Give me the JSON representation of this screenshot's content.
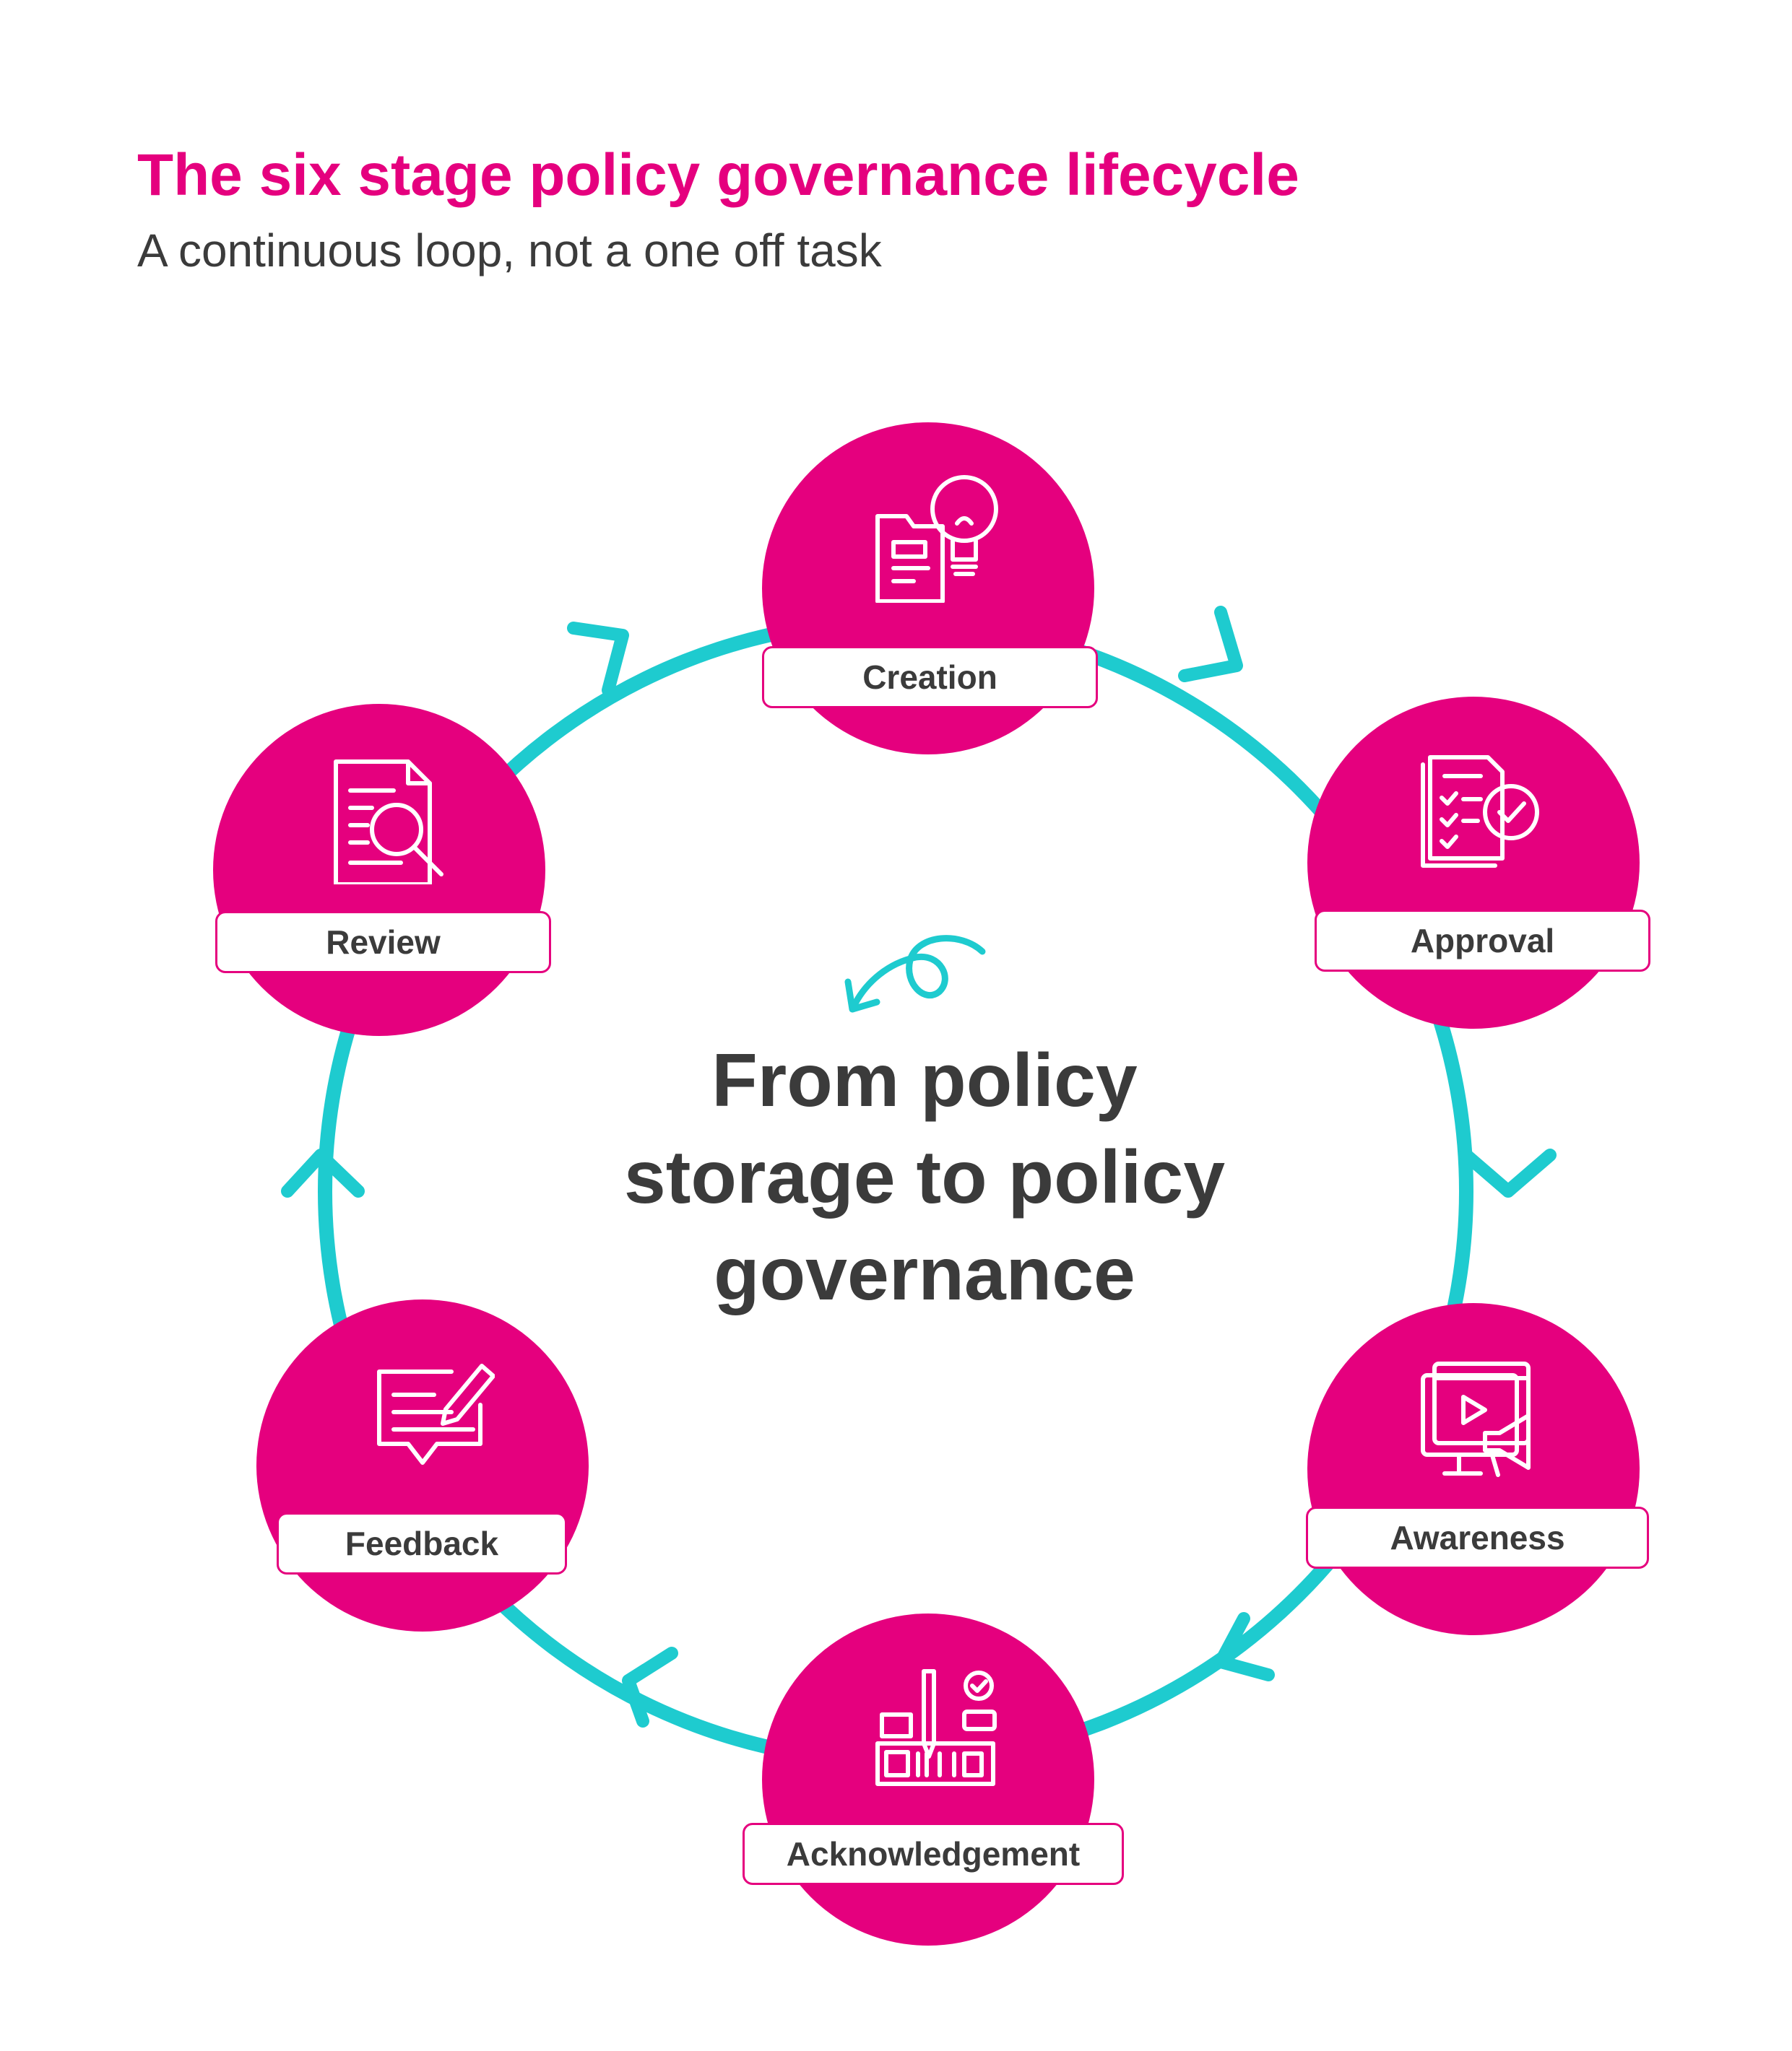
{
  "header": {
    "title": "The six stage policy governance lifecycle",
    "subtitle": "A continuous loop, not a one off task"
  },
  "center": {
    "lines": [
      "From policy",
      "storage to policy",
      "governance"
    ]
  },
  "stages": [
    {
      "label": "Creation",
      "icon": "folder-lightbulb-icon"
    },
    {
      "label": "Approval",
      "icon": "checklist-approved-icon"
    },
    {
      "label": "Awareness",
      "icon": "monitor-megaphone-icon"
    },
    {
      "label": "Acknowledgement",
      "icon": "signing-pen-icon"
    },
    {
      "label": "Feedback",
      "icon": "speech-bubble-edit-icon"
    },
    {
      "label": "Review",
      "icon": "document-magnifier-icon"
    }
  ],
  "colors": {
    "accent": "#e5007e",
    "ring": "#1ecbcf",
    "text": "#3b3b3b"
  }
}
